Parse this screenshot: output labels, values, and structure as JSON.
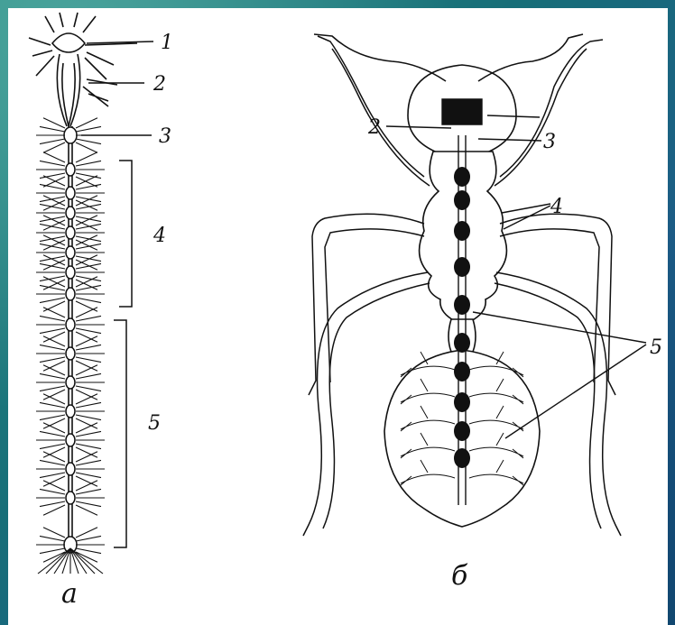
{
  "figure": {
    "panel_a": {
      "caption": "а",
      "labels": [
        "1",
        "2",
        "3",
        "4",
        "5"
      ]
    },
    "panel_b": {
      "caption": "б",
      "labels": [
        "2",
        "3",
        "4",
        "5"
      ]
    }
  },
  "colors": {
    "frame": "#1c6f78",
    "ink": "#111111",
    "paper": "#ffffff"
  }
}
